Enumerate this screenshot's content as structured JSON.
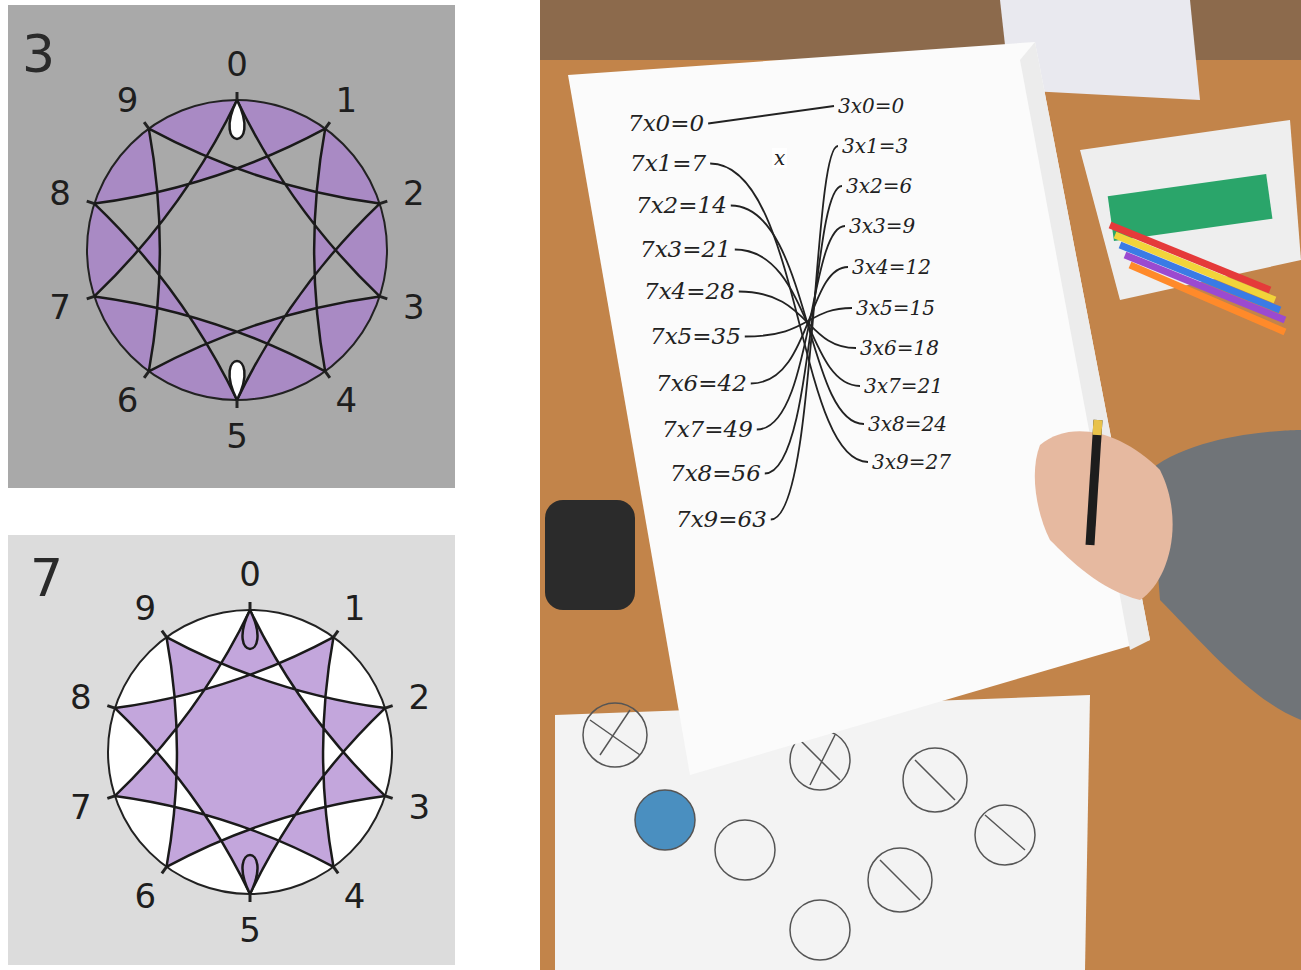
{
  "diagram": {
    "labels": [
      "3",
      "0",
      "1",
      "2",
      "3",
      "4",
      "5",
      "6",
      "7",
      "8",
      "9",
      "7",
      "0",
      "1",
      "2",
      "3",
      "4",
      "5",
      "6",
      "7",
      "8",
      "9",
      "7x0=0",
      "3x0=0",
      "7x1=7",
      "x",
      "3x1=3",
      "7x2=14",
      "3x2=6",
      "7x3=21",
      "3x3=9",
      "7x4=28",
      "3x4=12",
      "7x5=35",
      "3x5=15",
      "7x6=42",
      "3x6=18",
      "7x7=49",
      "3x7=21",
      "7x8=56",
      "3x8=24",
      "7x9=63",
      "3x9=27"
    ]
  }
}
